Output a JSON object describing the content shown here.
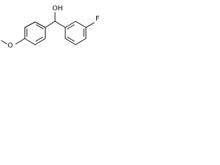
{
  "structure": {
    "atom_labels": {
      "hydroxyl": "OH",
      "fluorine": "F",
      "methoxy": "O"
    }
  }
}
